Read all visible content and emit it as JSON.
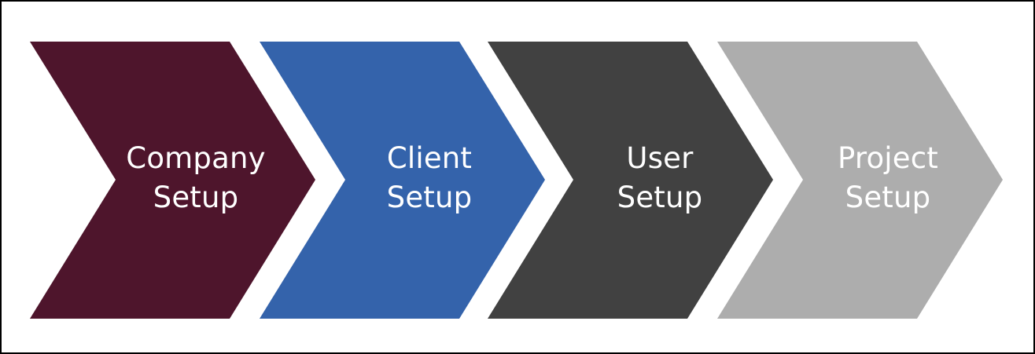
{
  "steps": [
    {
      "line1": "Company",
      "line2": "Setup",
      "fill": "#4e152c",
      "text_color": "#ffffff"
    },
    {
      "line1": "Client",
      "line2": "Setup",
      "fill": "#3463ab",
      "text_color": "#ffffff"
    },
    {
      "line1": "User",
      "line2": "Setup",
      "fill": "#414141",
      "text_color": "#ffffff"
    },
    {
      "line1": "Project",
      "line2": "Setup",
      "fill": "#adadad",
      "text_color": "#ffffff"
    }
  ]
}
